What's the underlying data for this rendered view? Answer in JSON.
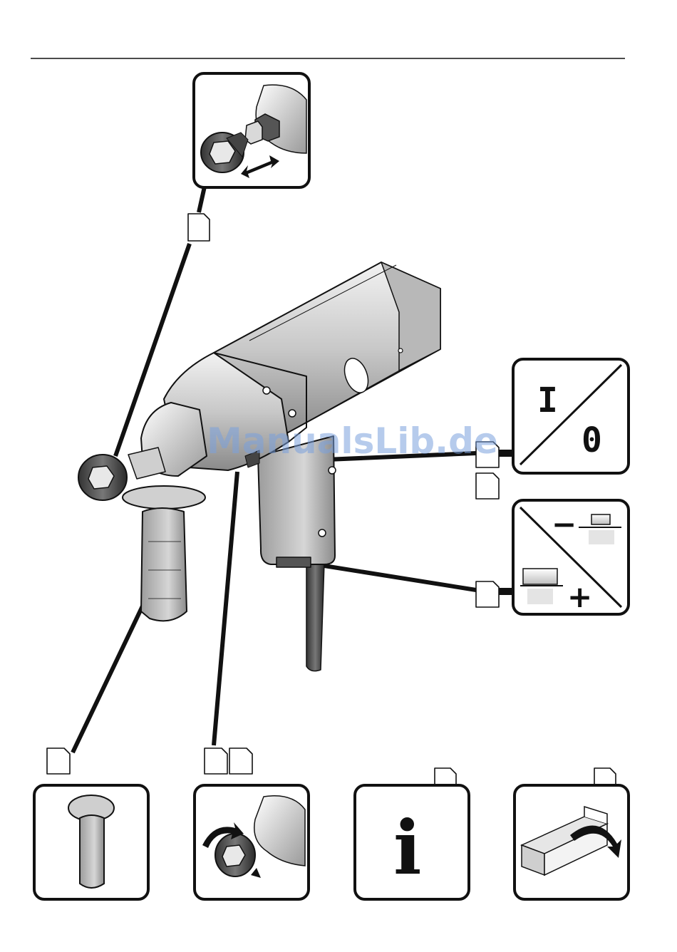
{
  "document": {
    "watermark": "ManualsLib.de",
    "symbols": {
      "switch_on": "I",
      "switch_off": "0",
      "torque_minus": "−",
      "torque_plus": "+",
      "info": "i"
    }
  },
  "colors": {
    "ink": "#111111",
    "watermark": "#7aa0dc"
  },
  "icons": [
    "socket-change-icon",
    "on-off-switch-icon",
    "torque-adjust-icon",
    "side-handle-icon",
    "reverse-rotation-icon",
    "information-icon",
    "packaging-box-icon",
    "page-reference-icon"
  ]
}
